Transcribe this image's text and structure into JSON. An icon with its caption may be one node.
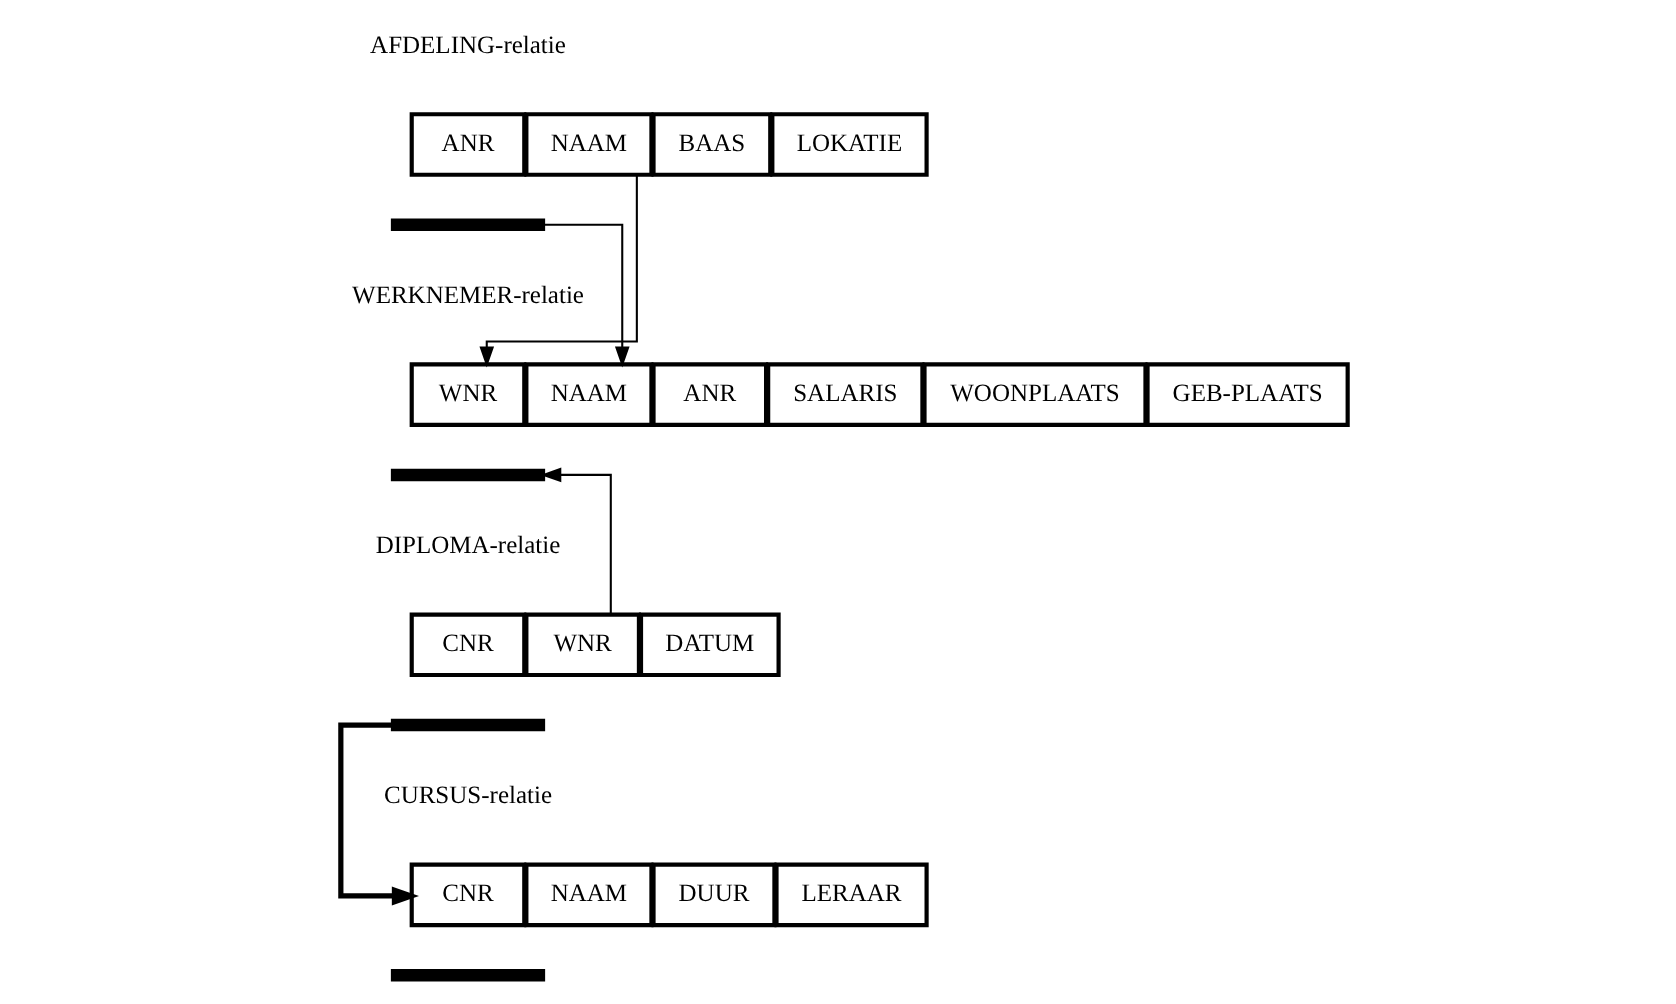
{
  "diagram": {
    "nodes": [
      {
        "text": [
          "ANR"
        ]
      },
      {
        "text": [
          "NAAM"
        ]
      },
      {
        "text": [
          "BAAS"
        ]
      },
      {
        "text": [
          "LOKATIE"
        ]
      },
      {
        "text": [],
        "shape": "bar"
      },
      {
        "text": [
          "WNR"
        ]
      },
      {
        "text": [
          "NAAM"
        ]
      },
      {
        "text": [
          "ANR"
        ]
      },
      {
        "text": [
          "SALARIS"
        ]
      },
      {
        "text": [
          "WOONPLAATS"
        ]
      },
      {
        "text": [
          "GEB-PLAATS"
        ]
      },
      {
        "text": [],
        "shape": "bar"
      },
      {
        "text": [
          "CNR"
        ]
      },
      {
        "text": [
          "WNR"
        ]
      },
      {
        "text": [
          "DATUM"
        ]
      },
      {
        "text": [],
        "shape": "bar"
      },
      {
        "text": [
          "CNR"
        ]
      },
      {
        "text": [
          "NAAM"
        ]
      },
      {
        "text": [
          "DUUR"
        ]
      },
      {
        "text": [
          "LERAAR"
        ]
      },
      {
        "text": [],
        "shape": "bar"
      }
    ],
    "edges": [
      {
        "from": 4,
        "to": 6,
        "arrow": "to"
      },
      {
        "from": 1,
        "to": 5,
        "arrow": "to"
      },
      {
        "from": 13,
        "to": 11,
        "arrow": "to"
      },
      {
        "from": 15,
        "to": 16,
        "arrow": "to",
        "style": "thick"
      }
    ],
    "labels": [
      "AFDELING-relatie",
      "WERKNEMER-relatie",
      "DIPLOMA-relatie",
      "CURSUS-relatie"
    ]
  }
}
